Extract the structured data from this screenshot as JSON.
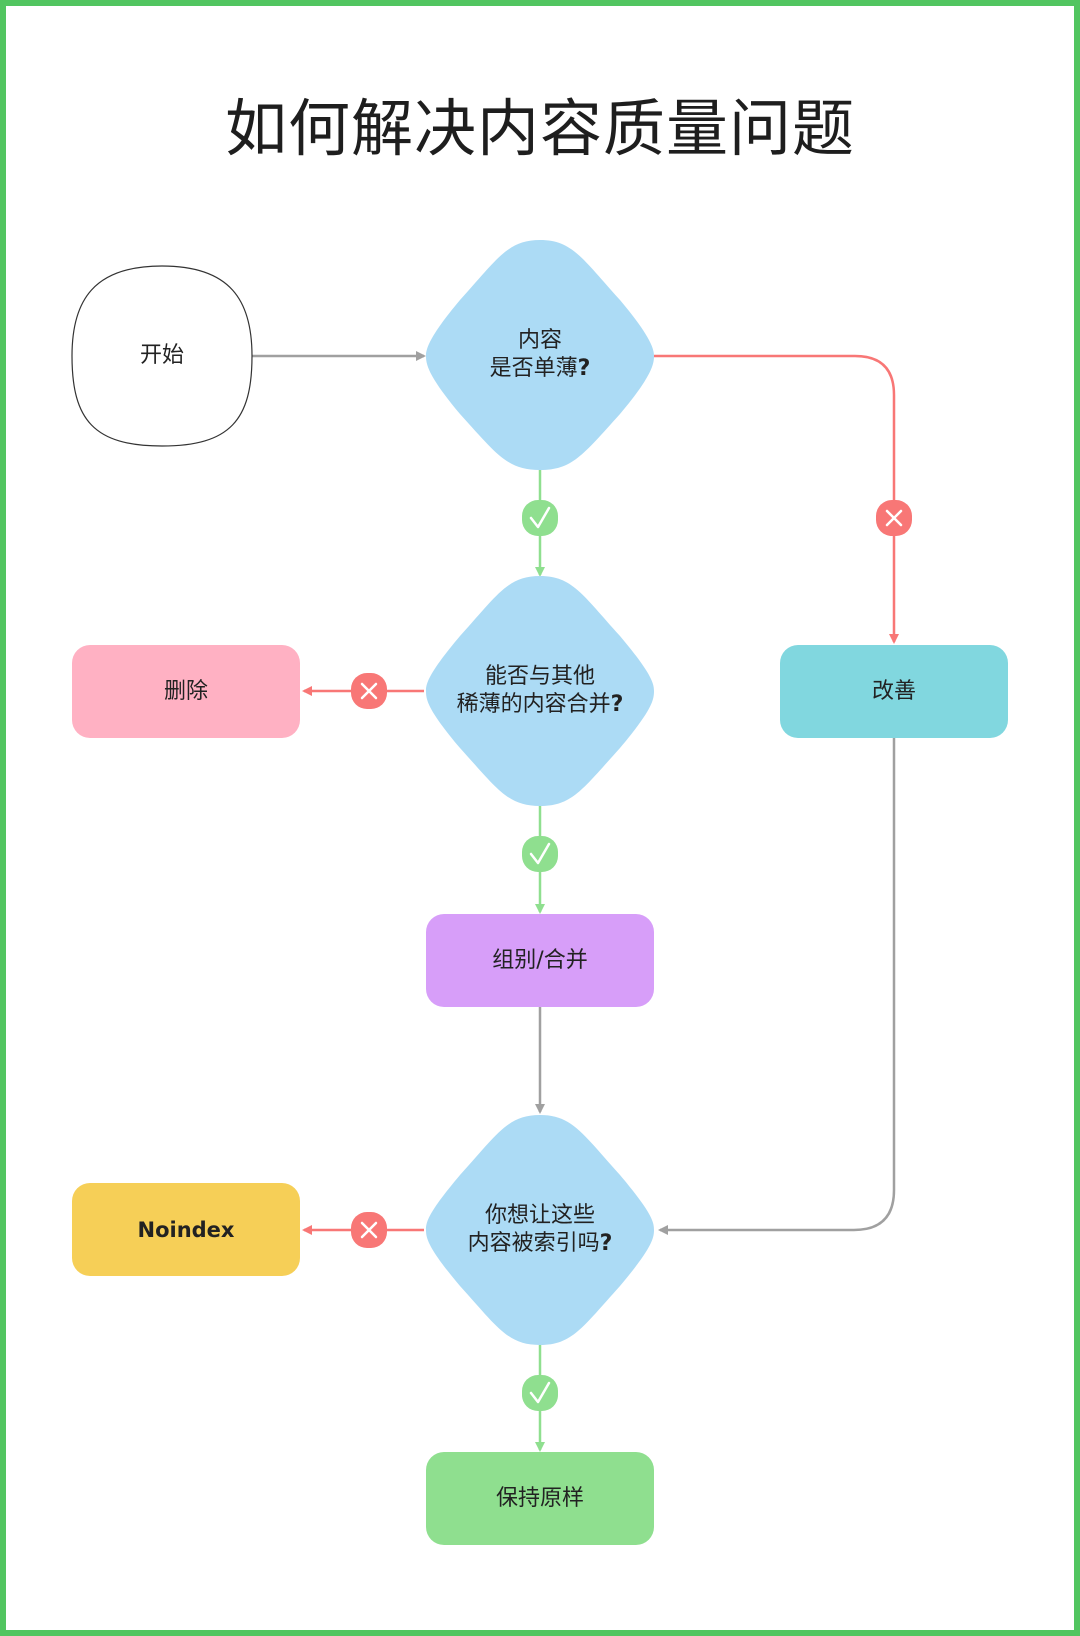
{
  "title": "如何解决内容质量问题",
  "colors": {
    "frame": "#52c560",
    "decision": "#acdbf5",
    "delete": "#ffb1c3",
    "improve": "#81d7df",
    "group": "#d79ef9",
    "noindex": "#f6cf57",
    "keep": "#8fdf8f",
    "yes": "#8fdf8f",
    "no": "#f87776",
    "neutral": "#a0a0a0"
  },
  "nodes": {
    "start": {
      "label": "开始"
    },
    "thin": {
      "line1": "内容",
      "line2": "是否单薄",
      "q": "?"
    },
    "merge": {
      "line1": "能否与其他",
      "line2": "稀薄的内容合并",
      "q": "?"
    },
    "index": {
      "line1": "你想让这些",
      "line2": "内容被索引吗",
      "q": "?"
    },
    "delete": {
      "label": "删除"
    },
    "improve": {
      "label": "改善"
    },
    "group": {
      "label": "组别/合并"
    },
    "noindex": {
      "label": "Noindex"
    },
    "keep": {
      "label": "保持原样"
    }
  },
  "badges": {
    "yes": "✓",
    "no": "✕"
  }
}
